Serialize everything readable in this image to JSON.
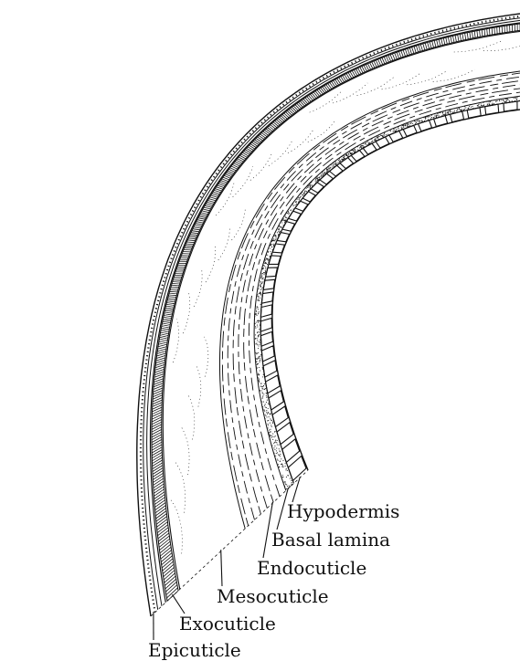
{
  "colors": {
    "ink": "#111111",
    "background": "#ffffff"
  },
  "labels": {
    "hypodermis": "Hypodermis",
    "basal_lamina": "Basal lamina",
    "endocuticle": "Endocuticle",
    "mesocuticle": "Mesocuticle",
    "exocuticle": "Exocuticle",
    "epicuticle": "Epicuticle"
  }
}
